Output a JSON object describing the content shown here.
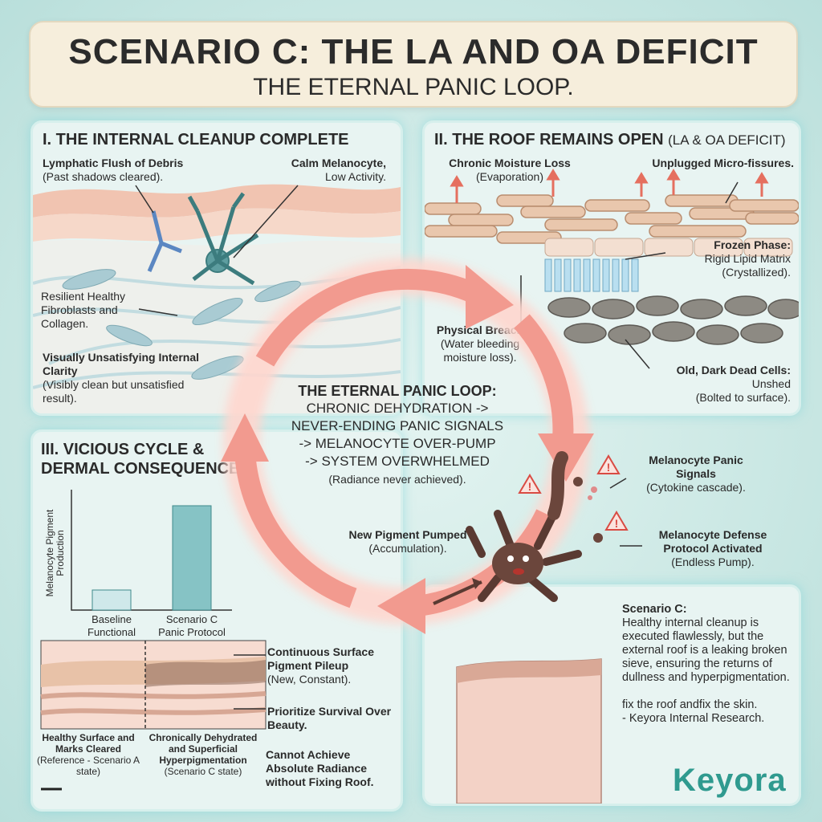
{
  "banner": {
    "title": "SCENARIO C: THE LA AND OA DEFICIT",
    "subtitle": "THE ETERNAL PANIC LOOP."
  },
  "panel1": {
    "title": "I. THE INTERNAL CLEANUP COMPLETE",
    "lymph_title": "Lymphatic Flush of Debris",
    "lymph_sub": "(Past shadows cleared).",
    "melano_title": "Calm Melanocyte,",
    "melano_sub": "Low Activity.",
    "fibro": "Resilient Healthy Fibroblasts and Collagen.",
    "clarity_title": "Visually Unsatisfying Internal Clarity",
    "clarity_sub": "(Visibly clean but unsatisfied result)."
  },
  "panel2": {
    "title": "II. THE ROOF REMAINS OPEN",
    "title_sub": "(LA & OA DEFICIT)",
    "moisture_title": "Chronic Moisture Loss",
    "moisture_sub": "(Evaporation)",
    "fissures_title": "Unplugged Micro-fissures.",
    "frozen_title": "Frozen Phase:",
    "frozen_sub": "Rigid Lipid Matrix (Crystallized).",
    "breach_title": "Physical Breach",
    "breach_sub": "(Water bleeding moisture loss).",
    "dead_title": "Old, Dark Dead Cells:",
    "dead_sub1": "Unshed",
    "dead_sub2": "(Bolted to surface)."
  },
  "loop": {
    "title": "THE ETERNAL PANIC LOOP:",
    "line1": "CHRONIC DEHYDRATION ->",
    "line2": "NEVER-ENDING PANIC SIGNALS",
    "line3": "-> MELANOCYTE OVER-PUMP",
    "line4": "-> SYSTEM OVERWHELMED",
    "note": "(Radiance never achieved)."
  },
  "center": {
    "panic_title": "Melanocyte Panic Signals",
    "panic_sub": "(Cytokine cascade).",
    "defense_title": "Melanocyte Defense Protocol Activated",
    "defense_sub": "(Endless Pump).",
    "pumped_title": "New Pigment Pumped",
    "pumped_sub": "(Accumulation)."
  },
  "panel3": {
    "title1": "III. VICIOUS CYCLE &",
    "title2": "DERMAL CONSEQUENCES",
    "pileup_title": "Continuous Surface Pigment Pileup",
    "pileup_sub": "(New, Constant).",
    "survival": "Prioritize Survival Over Beauty.",
    "cannot": "Cannot Achieve Absolute Radiance without Fixing Roof.",
    "healthy_title": "Healthy Surface and Marks Cleared",
    "healthy_sub": "(Reference - Scenario A state)",
    "chronic_title": "Chronically Dehydrated and Superficial Hyperpigmentation",
    "chronic_sub": "(Scenario C state)"
  },
  "panel4": {
    "title": "Scenario C:",
    "body": "Healthy internal cleanup is executed flawlessly, but the external roof is a leaking broken sieve, ensuring the returns of dullness and hyperpigmentation.",
    "closing": "fix the roof andfix the skin.",
    "credit": "- Keyora Internal Research."
  },
  "logo": {
    "text": "Keyora"
  },
  "chart_data": {
    "type": "bar",
    "categories": [
      "Baseline Functional",
      "Scenario C Panic Protocol"
    ],
    "values": [
      1,
      5.2
    ],
    "ylabel": "Melanocyte Pigment Production",
    "xlabel": "",
    "ylim": [
      0,
      6
    ],
    "colors": [
      "#cfe8ea",
      "#86c3c5"
    ]
  },
  "colors": {
    "loop": "#f29a8f",
    "loop_glow": "#ffd7cf",
    "accent": "#2f9a8f",
    "panel_glow": "#7fd3d8"
  }
}
